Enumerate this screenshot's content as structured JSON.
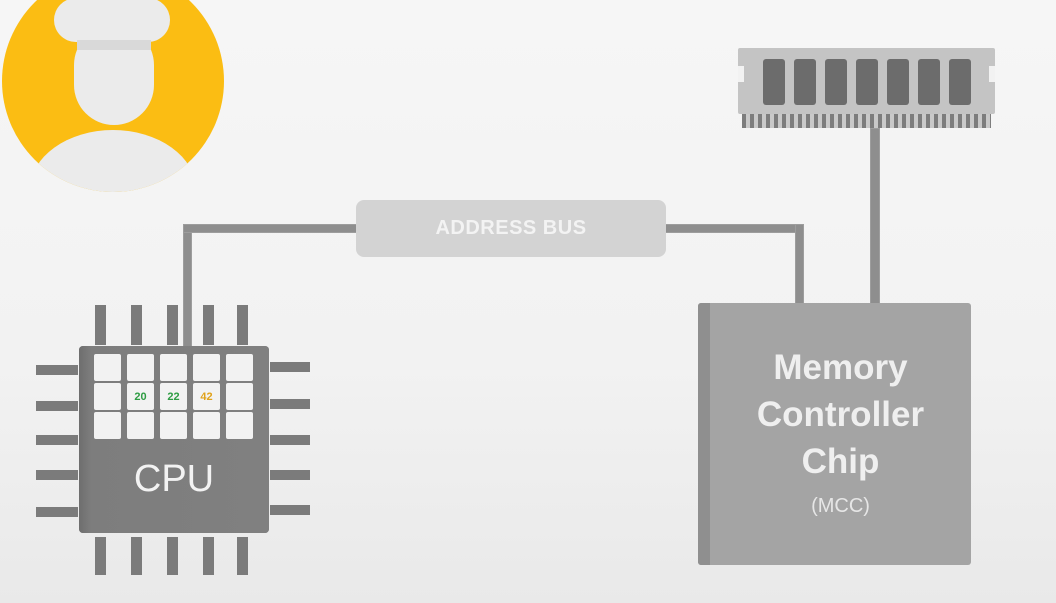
{
  "address_bus": {
    "label": "ADDRESS BUS"
  },
  "cpu": {
    "label": "CPU",
    "register_values": [
      {
        "value": "20",
        "color": "#2e9c43"
      },
      {
        "value": "22",
        "color": "#2e9c43"
      },
      {
        "value": "42",
        "color": "#e0a21a"
      }
    ]
  },
  "memory_controller": {
    "line1": "Memory",
    "line2": "Controller",
    "line3": "Chip",
    "abbreviation": "(MCC)"
  },
  "colors": {
    "avatar_background": "#fbbd13",
    "component_gray": "#7b7b7b",
    "mcc_gray": "#a4a4a4",
    "bus_gray": "#d3d3d3"
  },
  "icons": [
    "chef-avatar-icon",
    "ram-module-icon",
    "cpu-chip-icon"
  ]
}
